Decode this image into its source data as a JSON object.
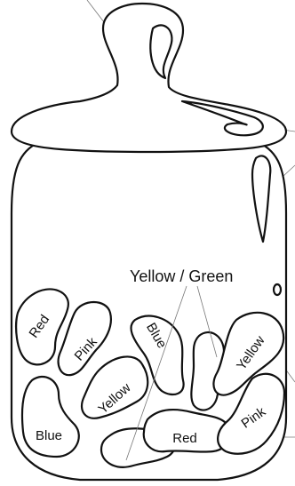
{
  "label_group": "Yellow / Green",
  "beans": [
    {
      "id": "red1",
      "text": "Red"
    },
    {
      "id": "pink1",
      "text": "Pink"
    },
    {
      "id": "blue1",
      "text": "Blue"
    },
    {
      "id": "yellow1",
      "text": "Yellow"
    },
    {
      "id": "yellow2",
      "text": "Yellow"
    },
    {
      "id": "blue2",
      "text": "Blue"
    },
    {
      "id": "red2",
      "text": "Red"
    },
    {
      "id": "pink2",
      "text": "Pink"
    }
  ]
}
